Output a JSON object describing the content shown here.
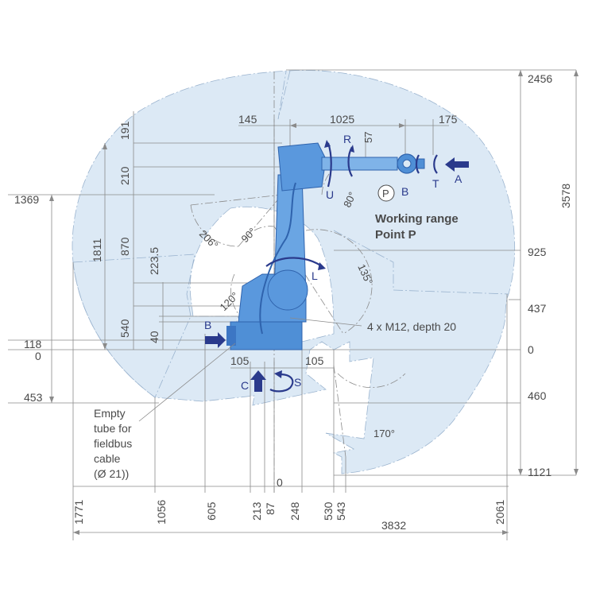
{
  "top_dims": {
    "d145": "145",
    "d1025": "1025",
    "d175": "175",
    "d57": "57"
  },
  "left_dims": {
    "d191": "191",
    "d210": "210",
    "d870": "870",
    "d1811": "1811",
    "d223": "223.5",
    "d540": "540",
    "d40": "40"
  },
  "left_levels": {
    "l1369": "1369",
    "l118": "118",
    "l0": "0",
    "l453": "453"
  },
  "right_levels": {
    "r2456": "2456",
    "r925": "925",
    "r437": "437",
    "r0": "0",
    "r460": "460",
    "r1121": "1121",
    "r3578": "3578"
  },
  "bottom_dims": {
    "b1771": "1771",
    "b1056": "1056",
    "b605": "605",
    "b213": "213",
    "b87": "87",
    "b0": "0",
    "b248": "248",
    "b530": "530",
    "b543": "543",
    "b2061": "2061",
    "b3832": "3832",
    "b105l": "105",
    "b105r": "105"
  },
  "angles": {
    "a206": "206°",
    "a90": "90°",
    "a80": "80°",
    "a135": "135°",
    "a120": "120°",
    "a170": "170°"
  },
  "axes": {
    "R": "R",
    "U": "U",
    "B": "B",
    "T": "T",
    "A": "A",
    "L": "L",
    "B2": "B",
    "C": "C",
    "S": "S",
    "P": "P"
  },
  "labels": {
    "working_range_1": "Working range",
    "working_range_2": "Point P",
    "mount_note": "4 x M12, depth 20",
    "tube_1": "Empty",
    "tube_2": "tube for",
    "tube_3": "fieldbus",
    "tube_4": "cable",
    "tube_5": "(Ø 21))"
  },
  "colors": {
    "range_fill": "#dce9f5",
    "robot": "#4f8fd6",
    "robot_dark": "#2f63ad",
    "accent_arrow": "#2a3a8c"
  }
}
